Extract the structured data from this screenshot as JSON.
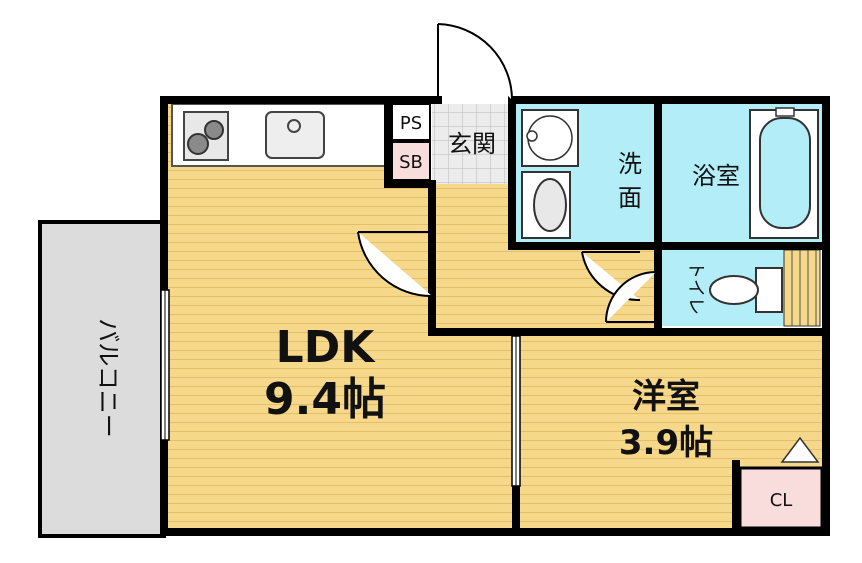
{
  "rooms": {
    "ldk": {
      "name": "LDK",
      "area": "9.4帖"
    },
    "western": {
      "name": "洋室",
      "area": "3.9帖"
    },
    "entrance": "玄関",
    "washroom_line1": "洗",
    "washroom_line2": "面",
    "bathroom": "浴室",
    "toilet": "トイレ",
    "balcony": "バルコニー",
    "closet": "CL",
    "pipe_space": "PS",
    "breaker_box": "SB"
  },
  "colors": {
    "floor_wood": "#f5d88a",
    "floor_wood_line": "#e6be6a",
    "wet_area": "#b3eef8",
    "balcony": "#dcdcdc",
    "utility_box": "#f9dcdc",
    "wall": "#000000"
  }
}
